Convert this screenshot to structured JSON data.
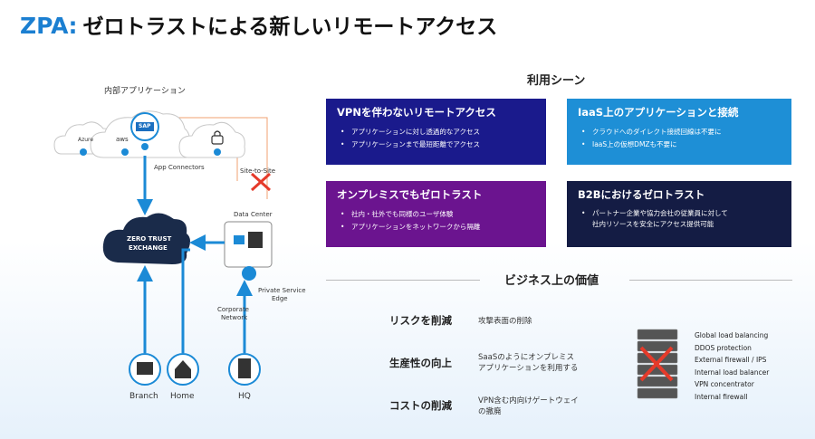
{
  "title": {
    "prefix": "ZPA",
    "colon": ":",
    "text": "ゼロトラストによる新しいリモートアクセス"
  },
  "diagram": {
    "internal_apps_label": "内部アプリケーション",
    "azure_label": "Azure",
    "aws_label": "aws",
    "sap_label": "SAP",
    "app_connectors_label": "App Connectors",
    "site_to_site_label": "Site-to-Site",
    "data_center_label": "Data Center",
    "zte_line1": "ZERO TRUST",
    "zte_line2": "EXCHANGE",
    "pse_line1": "Private Service",
    "pse_line2": "Edge",
    "corp_line1": "Corporate",
    "corp_line2": "Network",
    "branch_label": "Branch",
    "home_label": "Home",
    "hq_label": "HQ"
  },
  "use_cases": {
    "heading": "利用シーン",
    "cards": [
      {
        "title": "VPNを伴わないリモートアクセス",
        "bullets": [
          "アプリケーションに対し透過的なアクセス",
          "アプリケーションまで最短距離でアクセス"
        ],
        "color": "#1a1a8c"
      },
      {
        "title": "IaaS上のアプリケーションと接続",
        "bullets": [
          "クラウドへのダイレクト接続回線は不要に",
          "IaaS上の仮想DMZも不要に"
        ],
        "color": "#1e8fd6"
      },
      {
        "title": "オンプレミスでもゼロトラスト",
        "bullets": [
          "社内・社外でも同様のユーザ体験",
          "アプリケーションをネットワークから隔離"
        ],
        "color": "#6b148f"
      },
      {
        "title": "B2Bにおけるゼロトラスト",
        "bullets": [
          "パートナー企業や協力会社の従業員に対して\n社内リソースを安全にアクセス提供可能"
        ],
        "color": "#141c44"
      }
    ]
  },
  "business_value": {
    "heading": "ビジネス上の価値",
    "items": [
      {
        "label": "リスクを削減",
        "desc": "攻撃表面の削除"
      },
      {
        "label": "生産性の向上",
        "desc": "SaaSのようにオンプレミス\nアプリケーションを利用する"
      },
      {
        "label": "コストの削減",
        "desc": "VPN含む内向けゲートウェイ\nの撤廃"
      }
    ],
    "appliances": [
      "Global load balancing",
      "DDOS protection",
      "External firewall / IPS",
      "Internal load balancer",
      "VPN concentrator",
      "Internal firewall"
    ]
  },
  "colors": {
    "accent": "#1b7fd1",
    "arrow": "#1b8ad6",
    "x_mark": "#e53a2a",
    "orange_line": "#f0a070"
  }
}
